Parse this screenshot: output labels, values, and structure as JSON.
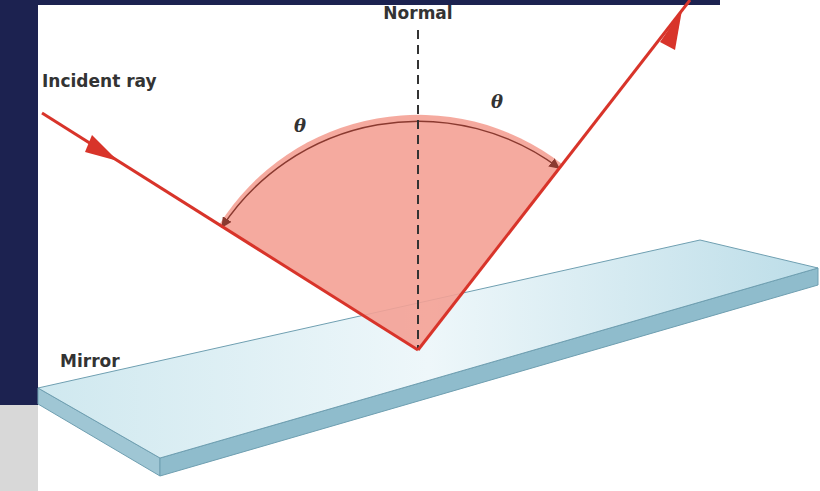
{
  "diagram": {
    "labels": [
      "Normal",
      "Incident ray",
      "θ",
      "θ",
      "Mirror"
    ]
  }
}
